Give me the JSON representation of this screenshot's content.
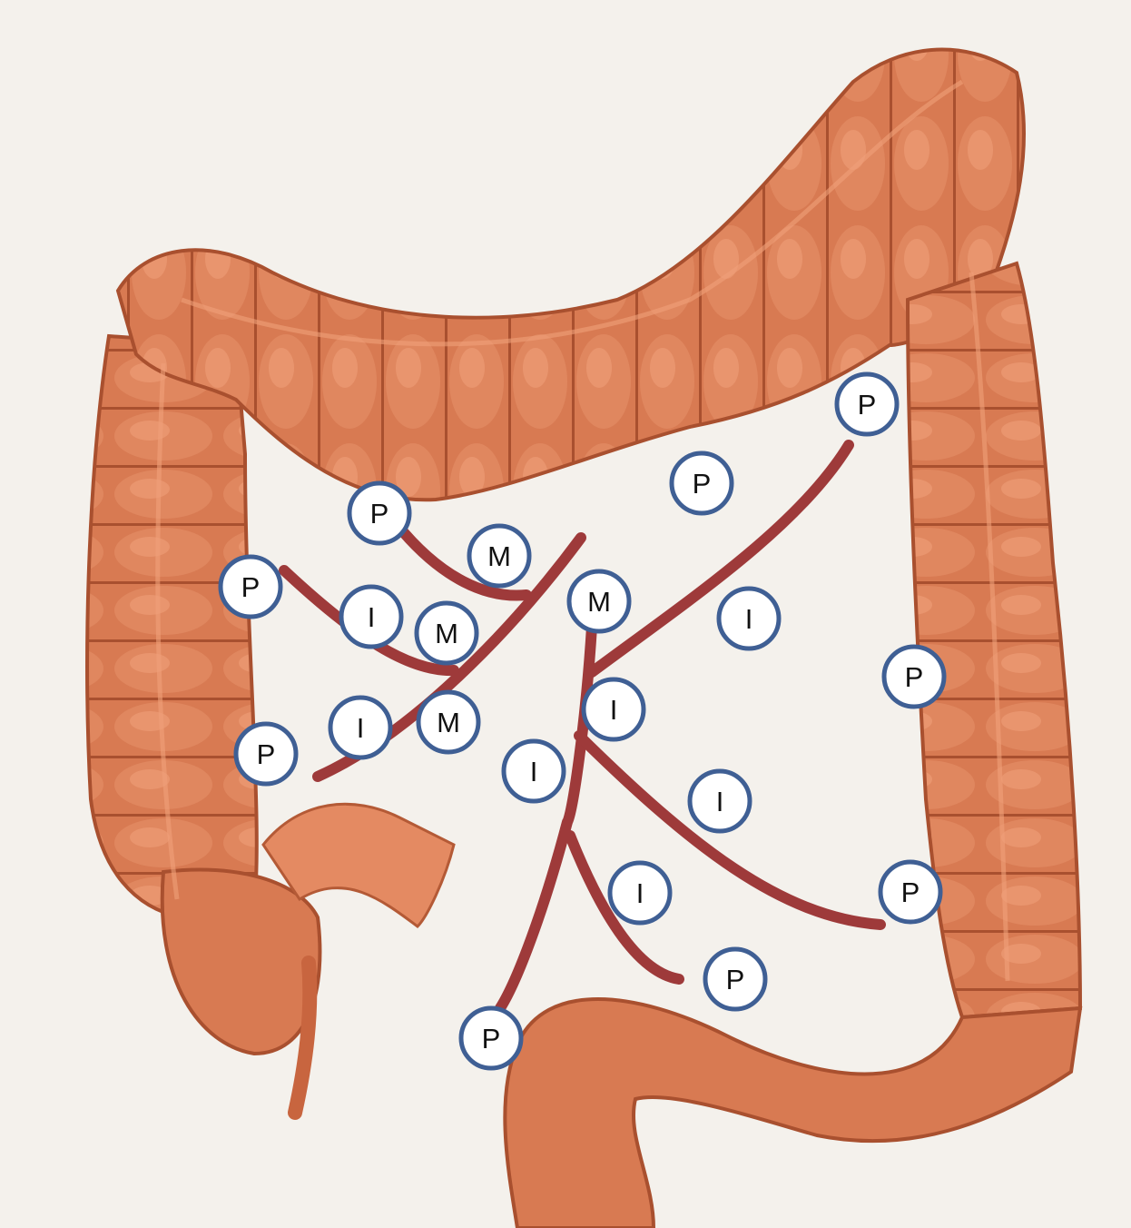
{
  "colors": {
    "background": "#f4f1ec",
    "colon_fill": "#d87a52",
    "colon_shade": "#a9502f",
    "colon_highlight": "#f0a07a",
    "vessel": "#9e3a3a",
    "node_ring": "#3f5f94",
    "node_fill": "#ffffff"
  },
  "diagram": {
    "subject": "colon",
    "node_types": [
      "P",
      "M",
      "I"
    ]
  },
  "labels": {
    "p1": "P",
    "p2": "P",
    "p3": "P",
    "p4": "P",
    "p5": "P",
    "p6": "P",
    "p7": "P",
    "p8": "P",
    "p9": "P",
    "m1": "M",
    "m2": "M",
    "m3": "M",
    "m4": "M",
    "i1": "I",
    "i2": "I",
    "i3": "I",
    "i4": "I",
    "i5": "I",
    "i6": "I",
    "i7": "I"
  }
}
